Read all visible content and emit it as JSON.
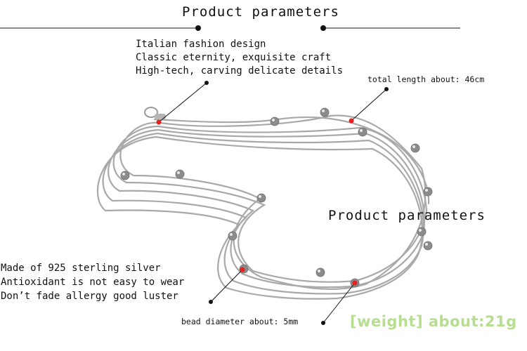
{
  "header": {
    "title": "Product parameters"
  },
  "features": [
    "Italian fashion design",
    "Classic eternity, exquisite craft",
    "High-tech, carving delicate details"
  ],
  "total_length": "total length about: 46cm",
  "mid_title": "Product parameters",
  "materials": [
    "Made of 925 sterling silver",
    "Antioxidant is not easy to wear",
    "Don’t fade allergy good luster"
  ],
  "bead_diameter": "bead diameter about: 5mm",
  "weight": "[weight] about:21g",
  "colors": {
    "marker": "#e8201f",
    "chain": "#a9a9a9",
    "weight_text": "#b7de90"
  }
}
